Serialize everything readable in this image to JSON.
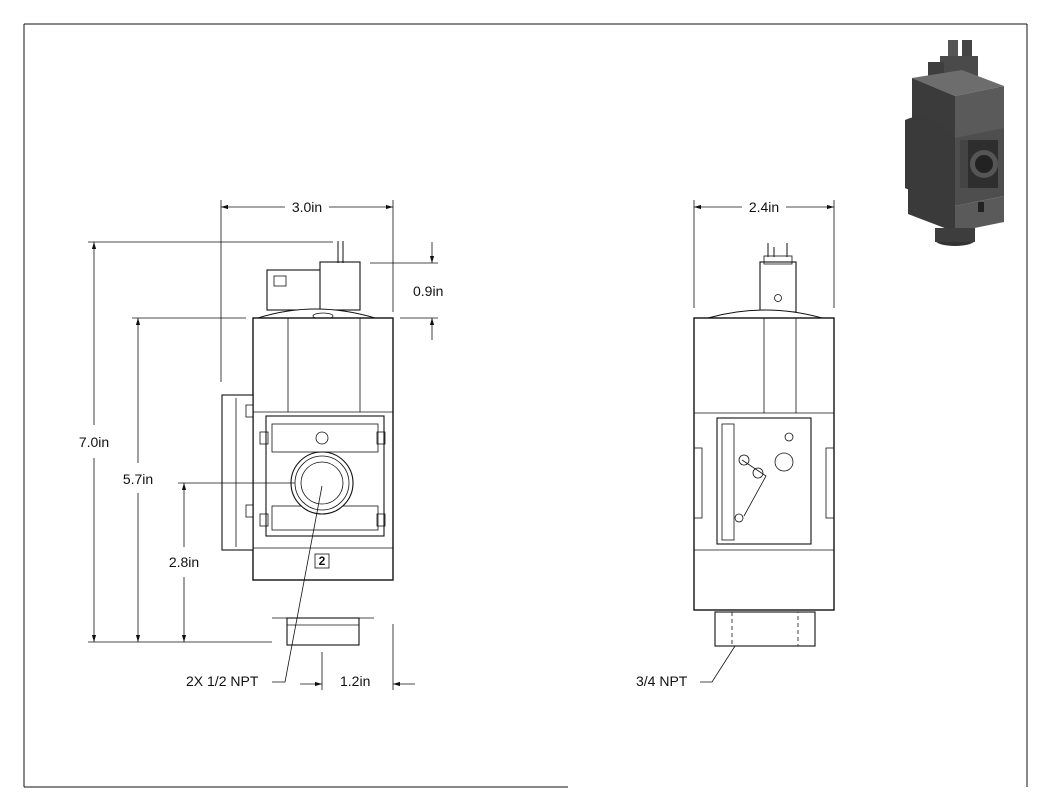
{
  "front_view": {
    "width_dim": "3.0in",
    "height_overall_dim": "7.0in",
    "height_body_dim": "5.7in",
    "port_height_dim": "2.8in",
    "top_offset_dim": "0.9in",
    "bottom_offset_dim": "1.2in",
    "port_callout": "2X 1/2 NPT",
    "port_number": "2"
  },
  "side_view": {
    "width_dim": "2.4in",
    "port_callout": "3/4 NPT"
  },
  "iso_view": {
    "colors": {
      "dark": "#3a3a3a",
      "mid": "#555555",
      "light": "#7a7a7a"
    }
  }
}
